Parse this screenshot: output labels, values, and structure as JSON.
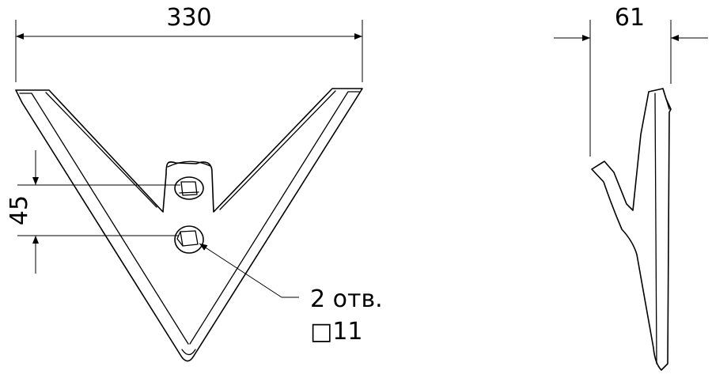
{
  "dimensions": {
    "width": "330",
    "thickness": "61",
    "hole_spacing": "45"
  },
  "annotation": {
    "holes": "2 отв.",
    "hole_size": "□11"
  }
}
